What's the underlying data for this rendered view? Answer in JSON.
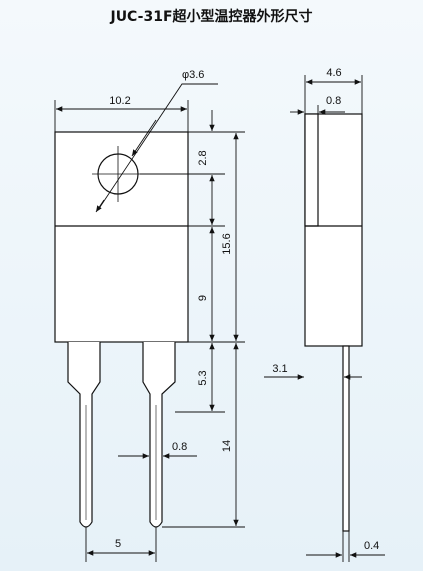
{
  "title": "JUC-31F超小型温控器外形尺寸",
  "dimensions": {
    "width_front": "10.2",
    "hole_dia": "φ3.6",
    "hole_center": "2.8",
    "body_height": "15.6",
    "lower_body": "9",
    "lead_shoulder": "5.3",
    "lead_length": "14",
    "lead_width": "0.8",
    "lead_pitch": "5",
    "thickness": "4.6",
    "tab_thickness": "0.8",
    "lead_offset": "3.1",
    "lead_thickness": "0.4"
  },
  "colors": {
    "body": "#ffffff",
    "line": "#111111",
    "background": "#eaf3f9"
  }
}
